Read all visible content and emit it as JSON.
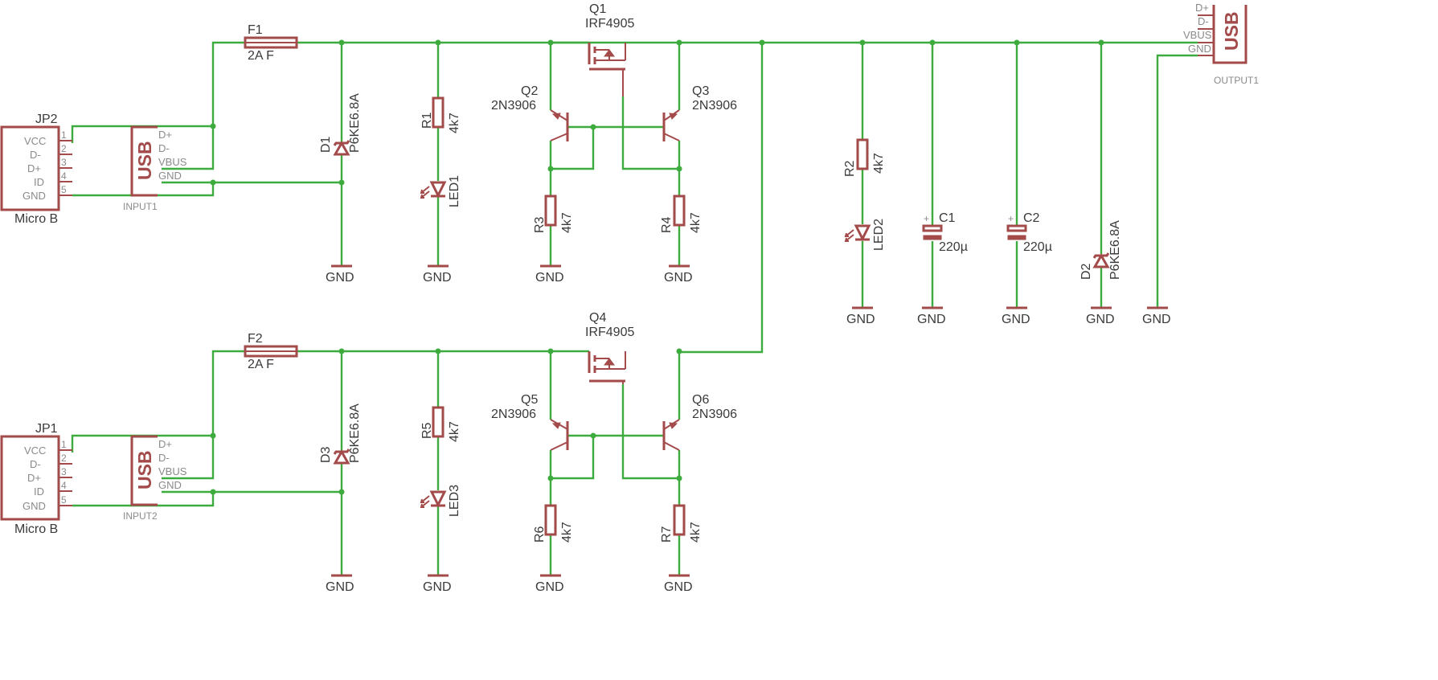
{
  "colors": {
    "wire": "#3dab3d",
    "part": "#a34a4a",
    "text": "#3a3a3a",
    "pinText": "#8a8a8a"
  },
  "jp2": {
    "ref": "JP2",
    "value": "Micro B",
    "pins": [
      "VCC",
      "D-",
      "D+",
      "ID",
      "GND"
    ],
    "pinNums": [
      "1",
      "2",
      "3",
      "4",
      "5"
    ]
  },
  "jp1": {
    "ref": "JP1",
    "value": "Micro B",
    "pins": [
      "VCC",
      "D-",
      "D+",
      "ID",
      "GND"
    ],
    "pinNums": [
      "1",
      "2",
      "3",
      "4",
      "5"
    ]
  },
  "input1": {
    "name": "INPUT1",
    "usb": "USB",
    "pins": [
      "D+",
      "D-",
      "VBUS",
      "GND"
    ]
  },
  "input2": {
    "name": "INPUT2",
    "usb": "USB",
    "pins": [
      "D+",
      "D-",
      "VBUS",
      "GND"
    ]
  },
  "output1": {
    "name": "OUTPUT1",
    "usb": "USB",
    "pins": [
      "D+",
      "D-",
      "VBUS",
      "GND"
    ]
  },
  "fuses": [
    {
      "ref": "F1",
      "value": "2A F"
    },
    {
      "ref": "F2",
      "value": "2A F"
    }
  ],
  "mosfets": [
    {
      "ref": "Q1",
      "value": "IRF4905"
    },
    {
      "ref": "Q4",
      "value": "IRF4905"
    }
  ],
  "transistors": [
    {
      "ref": "Q2",
      "value": "2N3906"
    },
    {
      "ref": "Q3",
      "value": "2N3906"
    },
    {
      "ref": "Q5",
      "value": "2N3906"
    },
    {
      "ref": "Q6",
      "value": "2N3906"
    }
  ],
  "resistors": [
    {
      "ref": "R1",
      "value": "4k7"
    },
    {
      "ref": "R2",
      "value": "4k7"
    },
    {
      "ref": "R3",
      "value": "4k7"
    },
    {
      "ref": "R4",
      "value": "4k7"
    },
    {
      "ref": "R5",
      "value": "4k7"
    },
    {
      "ref": "R6",
      "value": "4k7"
    },
    {
      "ref": "R7",
      "value": "4k7"
    }
  ],
  "diodes": [
    {
      "ref": "D1",
      "value": "P6KE6.8A"
    },
    {
      "ref": "D2",
      "value": "P6KE6.8A"
    },
    {
      "ref": "D3",
      "value": "P6KE6.8A"
    }
  ],
  "leds": [
    {
      "ref": "LED1"
    },
    {
      "ref": "LED2"
    },
    {
      "ref": "LED3"
    }
  ],
  "capacitors": [
    {
      "ref": "C1",
      "value": "220µ"
    },
    {
      "ref": "C2",
      "value": "220µ"
    }
  ],
  "gnd_label": "GND"
}
